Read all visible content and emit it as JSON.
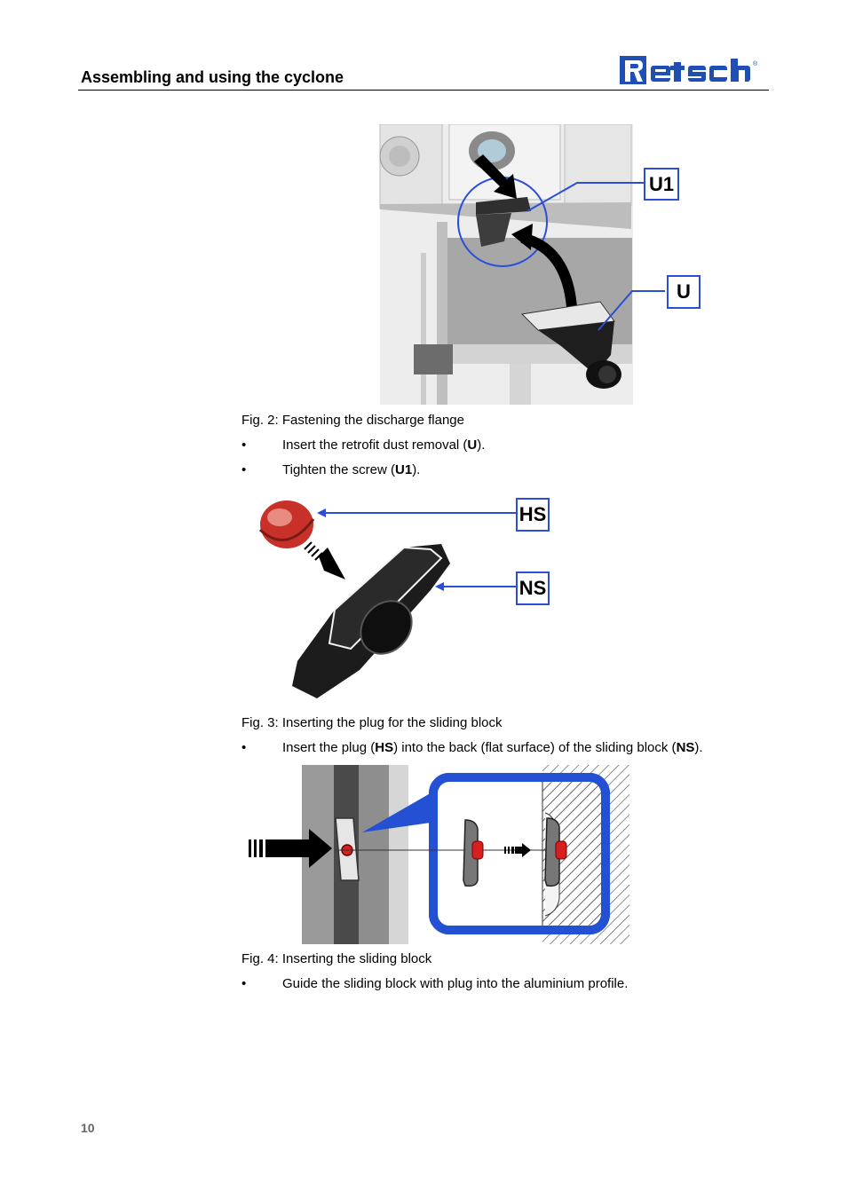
{
  "header": {
    "section_title": "Assembling and using the cyclone",
    "brand": "Retsch"
  },
  "figure2": {
    "caption": "Fig. 2: Fastening the discharge flange",
    "labels": {
      "u1": "U1",
      "u": "U"
    }
  },
  "steps_fig2": [
    {
      "bullet": "•",
      "before": "Insert the retrofit dust removal (",
      "bold": "U",
      "after": ")."
    },
    {
      "bullet": "•",
      "before": "Tighten the screw (",
      "bold": "U1",
      "after": ")."
    }
  ],
  "figure3": {
    "caption": "Fig. 3: Inserting the plug for the sliding block",
    "labels": {
      "hs": "HS",
      "ns": "NS"
    }
  },
  "steps_fig3": {
    "bullet": "•",
    "part1": "Insert the plug (",
    "bold1": "HS",
    "part2": ") into the back (flat surface) of the sliding block (",
    "bold2": "NS",
    "part3": ")."
  },
  "figure4": {
    "caption": "Fig. 4: Inserting the sliding block"
  },
  "steps_fig4": [
    {
      "bullet": "•",
      "text": "Guide the sliding block with plug into the aluminium profile."
    }
  ],
  "footer": {
    "page_number": "10"
  },
  "colors": {
    "label_blue": "#2b4ed8",
    "plug_red": "#c8312a",
    "logo_blue": "#1f4fb4"
  }
}
